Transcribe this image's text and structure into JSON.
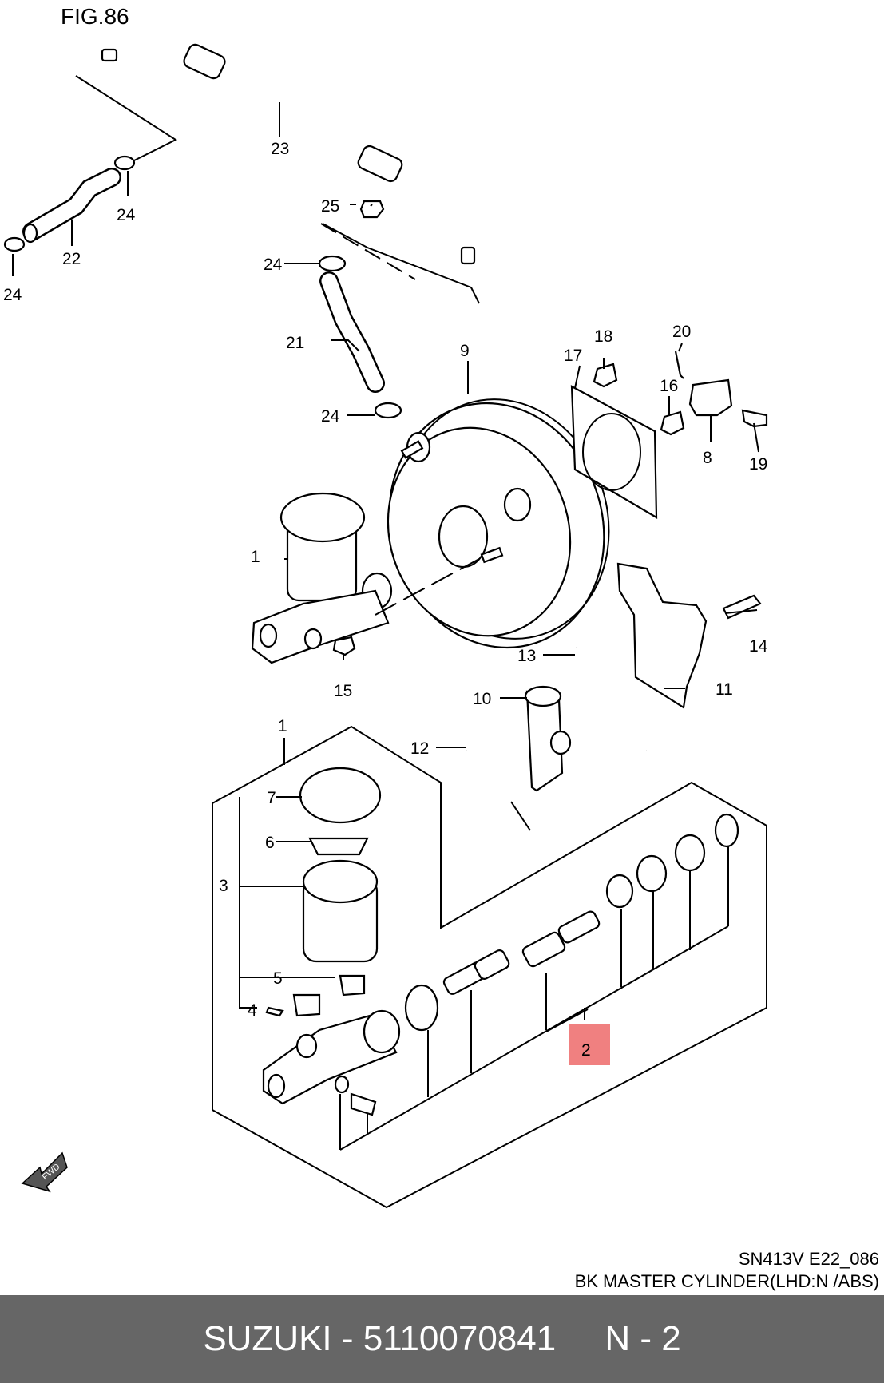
{
  "figure": {
    "title": "FIG.86",
    "code": "SN413V E22_086",
    "caption": "BK MASTER CYLINDER(LHD:N /ABS)"
  },
  "fwd_label": "FWD",
  "callouts": [
    "23",
    "25",
    "24",
    "22",
    "24",
    "24",
    "21",
    "24",
    "9",
    "18",
    "17",
    "20",
    "16",
    "8",
    "19",
    "1",
    "15",
    "14",
    "13",
    "11",
    "10",
    "12",
    "1",
    "7",
    "6",
    "3",
    "5",
    "4",
    "2"
  ],
  "highlight": {
    "part": "2",
    "color": "#f08080"
  },
  "footer": {
    "text": "SUZUKI - 5110070841     N - 2",
    "background": "#666666"
  }
}
